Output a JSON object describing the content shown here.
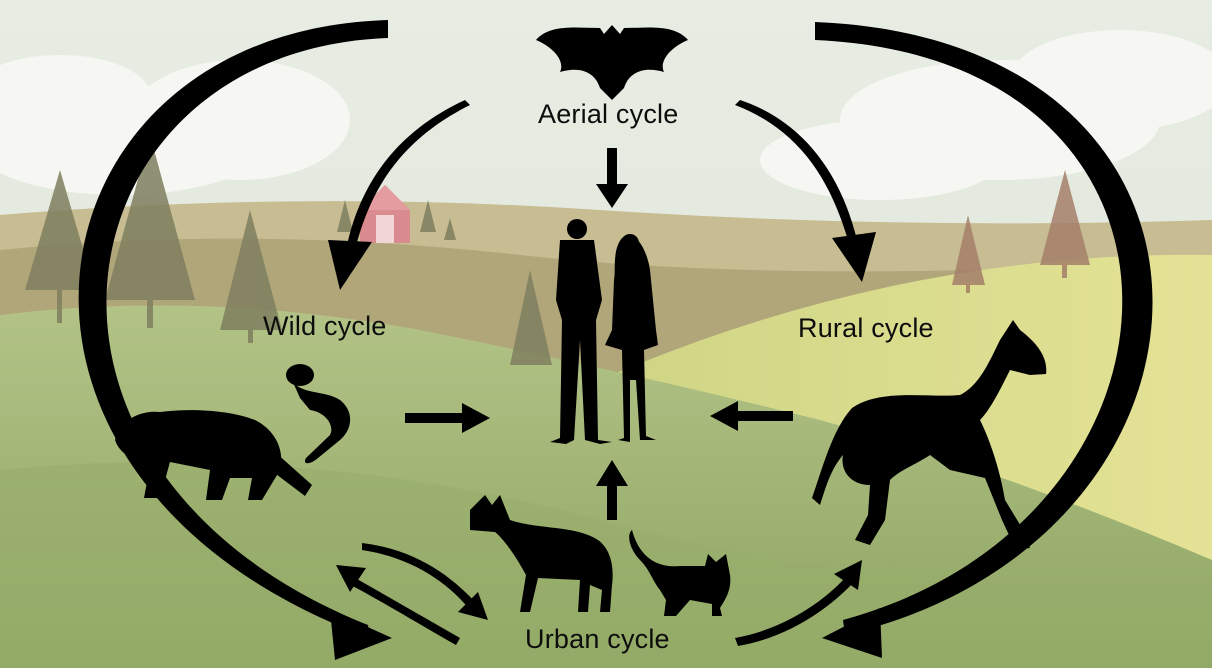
{
  "diagram": {
    "labels": {
      "aerial": "Aerial cycle",
      "wild": "Wild cycle",
      "rural": "Rural cycle",
      "urban": "Urban cycle"
    },
    "nodes": [
      {
        "id": "aerial",
        "label": "Aerial cycle",
        "animals": [
          "bat-icon"
        ]
      },
      {
        "id": "wild",
        "label": "Wild cycle",
        "animals": [
          "raccoon-icon",
          "monkey-icon"
        ]
      },
      {
        "id": "rural",
        "label": "Rural cycle",
        "animals": [
          "horse-icon"
        ]
      },
      {
        "id": "urban",
        "label": "Urban cycle",
        "animals": [
          "dog-icon",
          "cat-icon"
        ]
      },
      {
        "id": "humans",
        "label": "",
        "animals": [
          "humans-icon"
        ]
      }
    ],
    "edges": [
      {
        "from": "aerial",
        "to": "humans"
      },
      {
        "from": "aerial",
        "to": "wild"
      },
      {
        "from": "aerial",
        "to": "rural"
      },
      {
        "from": "aerial",
        "to": "urban",
        "route": "left-outer"
      },
      {
        "from": "aerial",
        "to": "urban",
        "route": "right-outer"
      },
      {
        "from": "wild",
        "to": "humans"
      },
      {
        "from": "rural",
        "to": "humans"
      },
      {
        "from": "urban",
        "to": "humans"
      },
      {
        "from": "wild",
        "to": "urban",
        "bidirectional": true
      },
      {
        "from": "urban",
        "to": "rural"
      }
    ],
    "colors": {
      "sky": "#e9eee4",
      "cloud": "#f7f8f4",
      "far_hill": "#c4b88e",
      "mid_hill": "#a59a72",
      "near_hill": "#b7c88e",
      "front_hill": "#9fb56e",
      "yellow_hill": "#d8dc8a",
      "tree": "#8b8a66",
      "barn": "#d98b8f",
      "silhouette": "#000000"
    }
  }
}
